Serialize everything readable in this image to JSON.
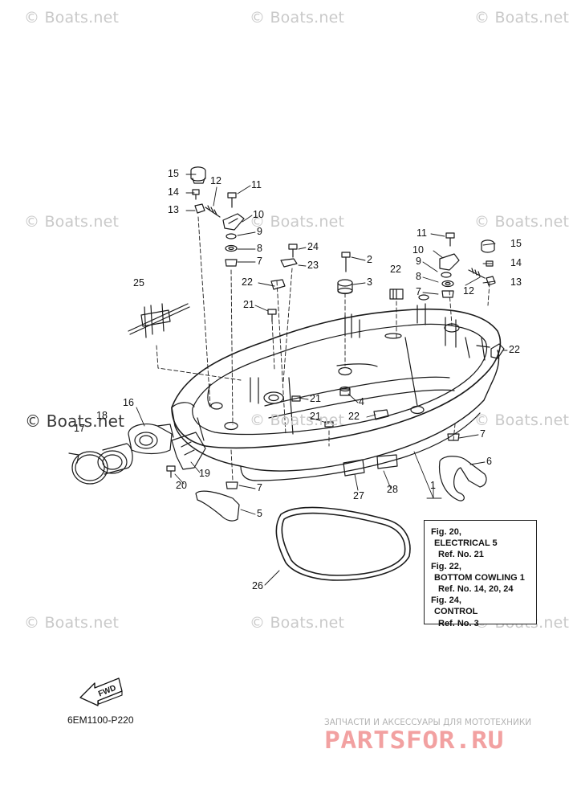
{
  "watermarks": [
    "© Boats.net",
    "© Boats.net",
    "© Boats.net",
    "© Boats.net",
    "© Boats.net",
    "© Boats.net",
    "© Boats.net",
    "© Boats.net",
    "© Boats.net",
    "© Boats.net",
    "© Boats.net",
    "© Boats.net"
  ],
  "callouts": {
    "c15a": "15",
    "c14a": "14",
    "c13a": "13",
    "c12a": "12",
    "c11a": "11",
    "c10a": "10",
    "c9a": "9",
    "c8a": "8",
    "c7a": "7",
    "c24": "24",
    "c23": "23",
    "c2": "2",
    "c3": "3",
    "c22a": "22",
    "c22b": "22",
    "c25": "25",
    "c21a": "21",
    "c11b": "11",
    "c15b": "15",
    "c10b": "10",
    "c14b": "14",
    "c9b": "9",
    "c8b": "8",
    "c12b": "12",
    "c13b": "13",
    "c7b": "7",
    "c22c": "22",
    "c16": "16",
    "c18": "18",
    "c17": "17",
    "c4": "4",
    "c21b": "21",
    "c21c": "21",
    "c22d": "22",
    "c7c": "7",
    "c6": "6",
    "c19": "19",
    "c20": "20",
    "c7d": "7",
    "c5": "5",
    "c27": "27",
    "c28": "28",
    "c1": "1",
    "c26": "26"
  },
  "reference_box": {
    "lines": [
      "Fig. 20,",
      "ELECTRICAL 5",
      "Ref. No. 21",
      "Fig. 22,",
      "BOTTOM COWLING 1",
      "Ref. No. 14, 20, 24",
      "Fig. 24,",
      "CONTROL",
      "Ref. No. 3"
    ]
  },
  "fwd_label": "FWD",
  "diagram_code": "6EM1100-P220",
  "shop": {
    "tagline": "ЗАПЧАСТИ И АКСЕССУАРЫ ДЛЯ МОТОТЕХНИКИ",
    "logo": "PARTSFOR.RU"
  },
  "colors": {
    "line": "#1a1a1a",
    "watermark": "#c9c9c9",
    "logo": "#f2a1a1"
  }
}
